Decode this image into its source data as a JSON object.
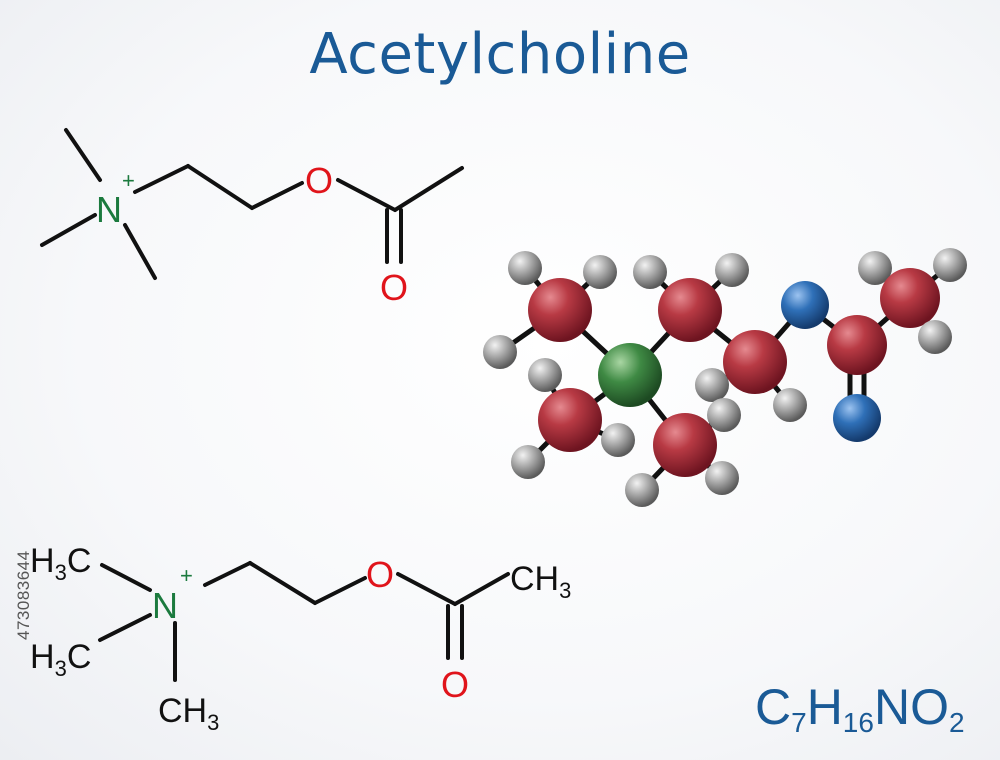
{
  "title": "Acetylcholine",
  "stock_id": "473083644",
  "formula": {
    "C": "C",
    "c_count": "7",
    "H": "H",
    "h_count": "16",
    "N": "N",
    "O": "O",
    "o_count": "2"
  },
  "skeletal": {
    "nitrogen": "N",
    "charge": "+",
    "ester_oxygen": "O",
    "carbonyl_oxygen": "O"
  },
  "condensed": {
    "methyl_1": "H3C",
    "methyl_2": "H3C",
    "methyl_3": "CH3",
    "methyl_acetyl": "CH3",
    "nitrogen": "N",
    "charge": "+",
    "ester_oxygen": "O",
    "carbonyl_oxygen": "O"
  },
  "colors": {
    "title": "#1a5a96",
    "nitrogen_label": "#1b7a3e",
    "oxygen_label": "#e0141b",
    "carbon_ball": "#b02a35",
    "nitrogen_ball": "#3a7d3f",
    "oxygen_ball": "#2e6db5",
    "hydrogen_ball": "#9a9a9a"
  }
}
